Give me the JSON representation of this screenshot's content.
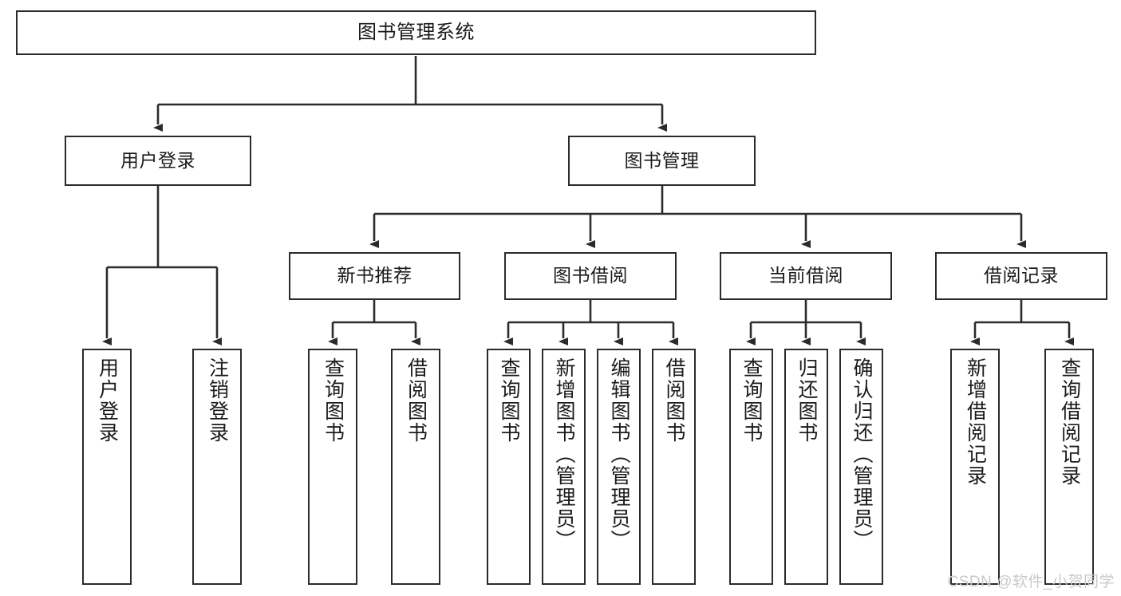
{
  "diagram": {
    "type": "tree",
    "title": "图书管理系统",
    "watermark": "CSDN @软件_小贺同学",
    "colors": {
      "box_border": "#2b2b2b",
      "box_fill": "#ffffff",
      "connector": "#2b2b2b",
      "text": "#1b1b1b",
      "watermark": "#c9c9c9",
      "background": "#ffffff"
    },
    "nodes": {
      "root": {
        "label": "图书管理系统",
        "level": 1,
        "orientation": "horizontal"
      },
      "user_login": {
        "label": "用户登录",
        "level": 2,
        "orientation": "horizontal"
      },
      "book_manage": {
        "label": "图书管理",
        "level": 2,
        "orientation": "horizontal"
      },
      "new_book_rec": {
        "label": "新书推荐",
        "level": 3,
        "orientation": "horizontal"
      },
      "book_borrow": {
        "label": "图书借阅",
        "level": 3,
        "orientation": "horizontal"
      },
      "current_borrow": {
        "label": "当前借阅",
        "level": 3,
        "orientation": "horizontal"
      },
      "borrow_record": {
        "label": "借阅记录",
        "level": 3,
        "orientation": "horizontal"
      },
      "leaf_user_login": {
        "label": "用户登录",
        "level": 4,
        "orientation": "vertical"
      },
      "leaf_logout": {
        "label": "注销登录",
        "level": 4,
        "orientation": "vertical"
      },
      "leaf_query_book_1": {
        "label": "查询图书",
        "level": 4,
        "orientation": "vertical"
      },
      "leaf_borrow_book_1": {
        "label": "借阅图书",
        "level": 4,
        "orientation": "vertical"
      },
      "leaf_query_book_2": {
        "label": "查询图书",
        "level": 4,
        "orientation": "vertical"
      },
      "leaf_add_book": {
        "label": "新增图书（管理员）",
        "level": 4,
        "orientation": "vertical"
      },
      "leaf_edit_book": {
        "label": "编辑图书（管理员）",
        "level": 4,
        "orientation": "vertical"
      },
      "leaf_borrow_book_2": {
        "label": "借阅图书",
        "level": 4,
        "orientation": "vertical"
      },
      "leaf_query_book_3": {
        "label": "查询图书",
        "level": 4,
        "orientation": "vertical"
      },
      "leaf_return_book": {
        "label": "归还图书",
        "level": 4,
        "orientation": "vertical"
      },
      "leaf_confirm_return": {
        "label": "确认归还（管理员）",
        "level": 4,
        "orientation": "vertical"
      },
      "leaf_add_record": {
        "label": "新增借阅记录",
        "level": 4,
        "orientation": "vertical"
      },
      "leaf_query_record": {
        "label": "查询借阅记录",
        "level": 4,
        "orientation": "vertical"
      }
    },
    "edges": [
      {
        "from": "root",
        "to": "user_login"
      },
      {
        "from": "root",
        "to": "book_manage"
      },
      {
        "from": "user_login",
        "to": "leaf_user_login"
      },
      {
        "from": "user_login",
        "to": "leaf_logout"
      },
      {
        "from": "book_manage",
        "to": "new_book_rec"
      },
      {
        "from": "book_manage",
        "to": "book_borrow"
      },
      {
        "from": "book_manage",
        "to": "current_borrow"
      },
      {
        "from": "book_manage",
        "to": "borrow_record"
      },
      {
        "from": "new_book_rec",
        "to": "leaf_query_book_1"
      },
      {
        "from": "new_book_rec",
        "to": "leaf_borrow_book_1"
      },
      {
        "from": "book_borrow",
        "to": "leaf_query_book_2"
      },
      {
        "from": "book_borrow",
        "to": "leaf_add_book"
      },
      {
        "from": "book_borrow",
        "to": "leaf_edit_book"
      },
      {
        "from": "book_borrow",
        "to": "leaf_borrow_book_2"
      },
      {
        "from": "current_borrow",
        "to": "leaf_query_book_3"
      },
      {
        "from": "current_borrow",
        "to": "leaf_return_book"
      },
      {
        "from": "current_borrow",
        "to": "leaf_confirm_return"
      },
      {
        "from": "borrow_record",
        "to": "leaf_add_record"
      },
      {
        "from": "borrow_record",
        "to": "leaf_query_record"
      }
    ]
  }
}
